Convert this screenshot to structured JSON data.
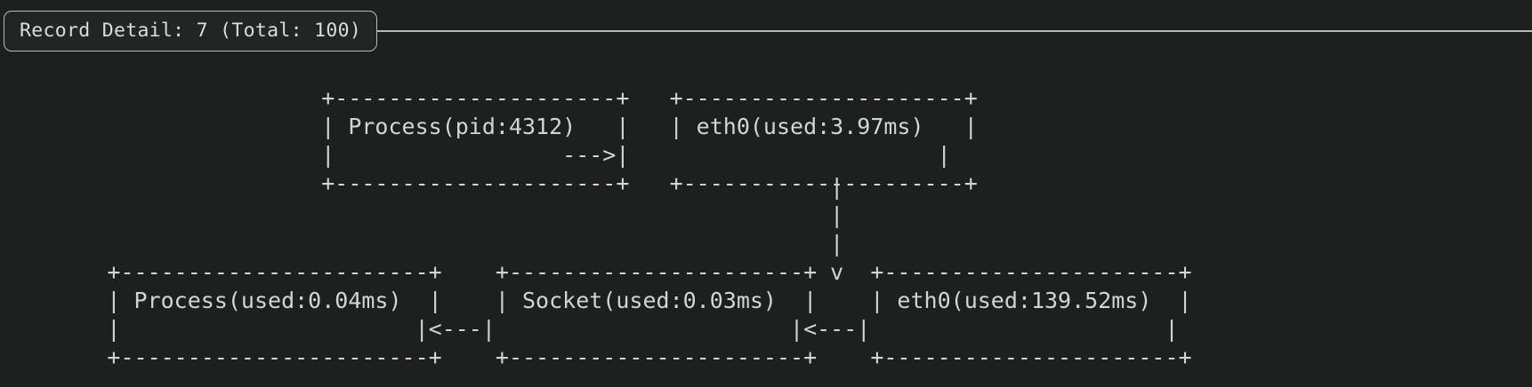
{
  "window": {
    "background_color": "#1e1f1f",
    "foreground_color": "#d4d4d4"
  },
  "header": {
    "title": "Record Detail: 7 (Total: 100)",
    "record_index": 7,
    "record_total": 100,
    "border_color": "#b9b9b9",
    "rule_color": "#b9b9b9"
  },
  "diagram": {
    "type": "ascii-flow",
    "nodes": [
      {
        "id": "process-pid",
        "label": "Process(pid:4312)",
        "row": 1,
        "col": 1
      },
      {
        "id": "eth0-top",
        "label": "eth0(used:3.97ms)",
        "row": 1,
        "col": 2
      },
      {
        "id": "process-used",
        "label": "Process(used:0.04ms)",
        "row": 2,
        "col": 1
      },
      {
        "id": "socket-used",
        "label": "Socket(used:0.03ms)",
        "row": 2,
        "col": 2
      },
      {
        "id": "eth0-bottom",
        "label": "eth0(used:139.52ms)",
        "row": 2,
        "col": 3
      }
    ],
    "edges": [
      {
        "from": "process-pid",
        "to": "eth0-top",
        "glyph": "--->",
        "direction": "right"
      },
      {
        "from": "eth0-top",
        "to": "eth0-bottom",
        "glyph": "v",
        "direction": "down"
      },
      {
        "from": "eth0-bottom",
        "to": "socket-used",
        "glyph": "<---",
        "direction": "left"
      },
      {
        "from": "socket-used",
        "to": "process-used",
        "glyph": "<---",
        "direction": "left"
      }
    ],
    "art": {
      "top_rows": "                        +---------------------+   +---------------------+\n                        | Process(pid:4312)   |   | eth0(used:3.97ms)   |\n                        |                 --->|                       |\n                        +---------------------+   +---------------------+",
      "middle_rows": "                                                              |\n                                                              |\n                                                              |\n                                                              v",
      "bottom_rows": "        +-----------------------+    +----------------------+    +----------------------+\n        | Process(used:0.04ms)  |    | Socket(used:0.03ms)  |    | eth0(used:139.52ms)  |\n        |                      |<---|                      |<---|                      |\n        +-----------------------+    +----------------------+    +----------------------+"
    }
  }
}
